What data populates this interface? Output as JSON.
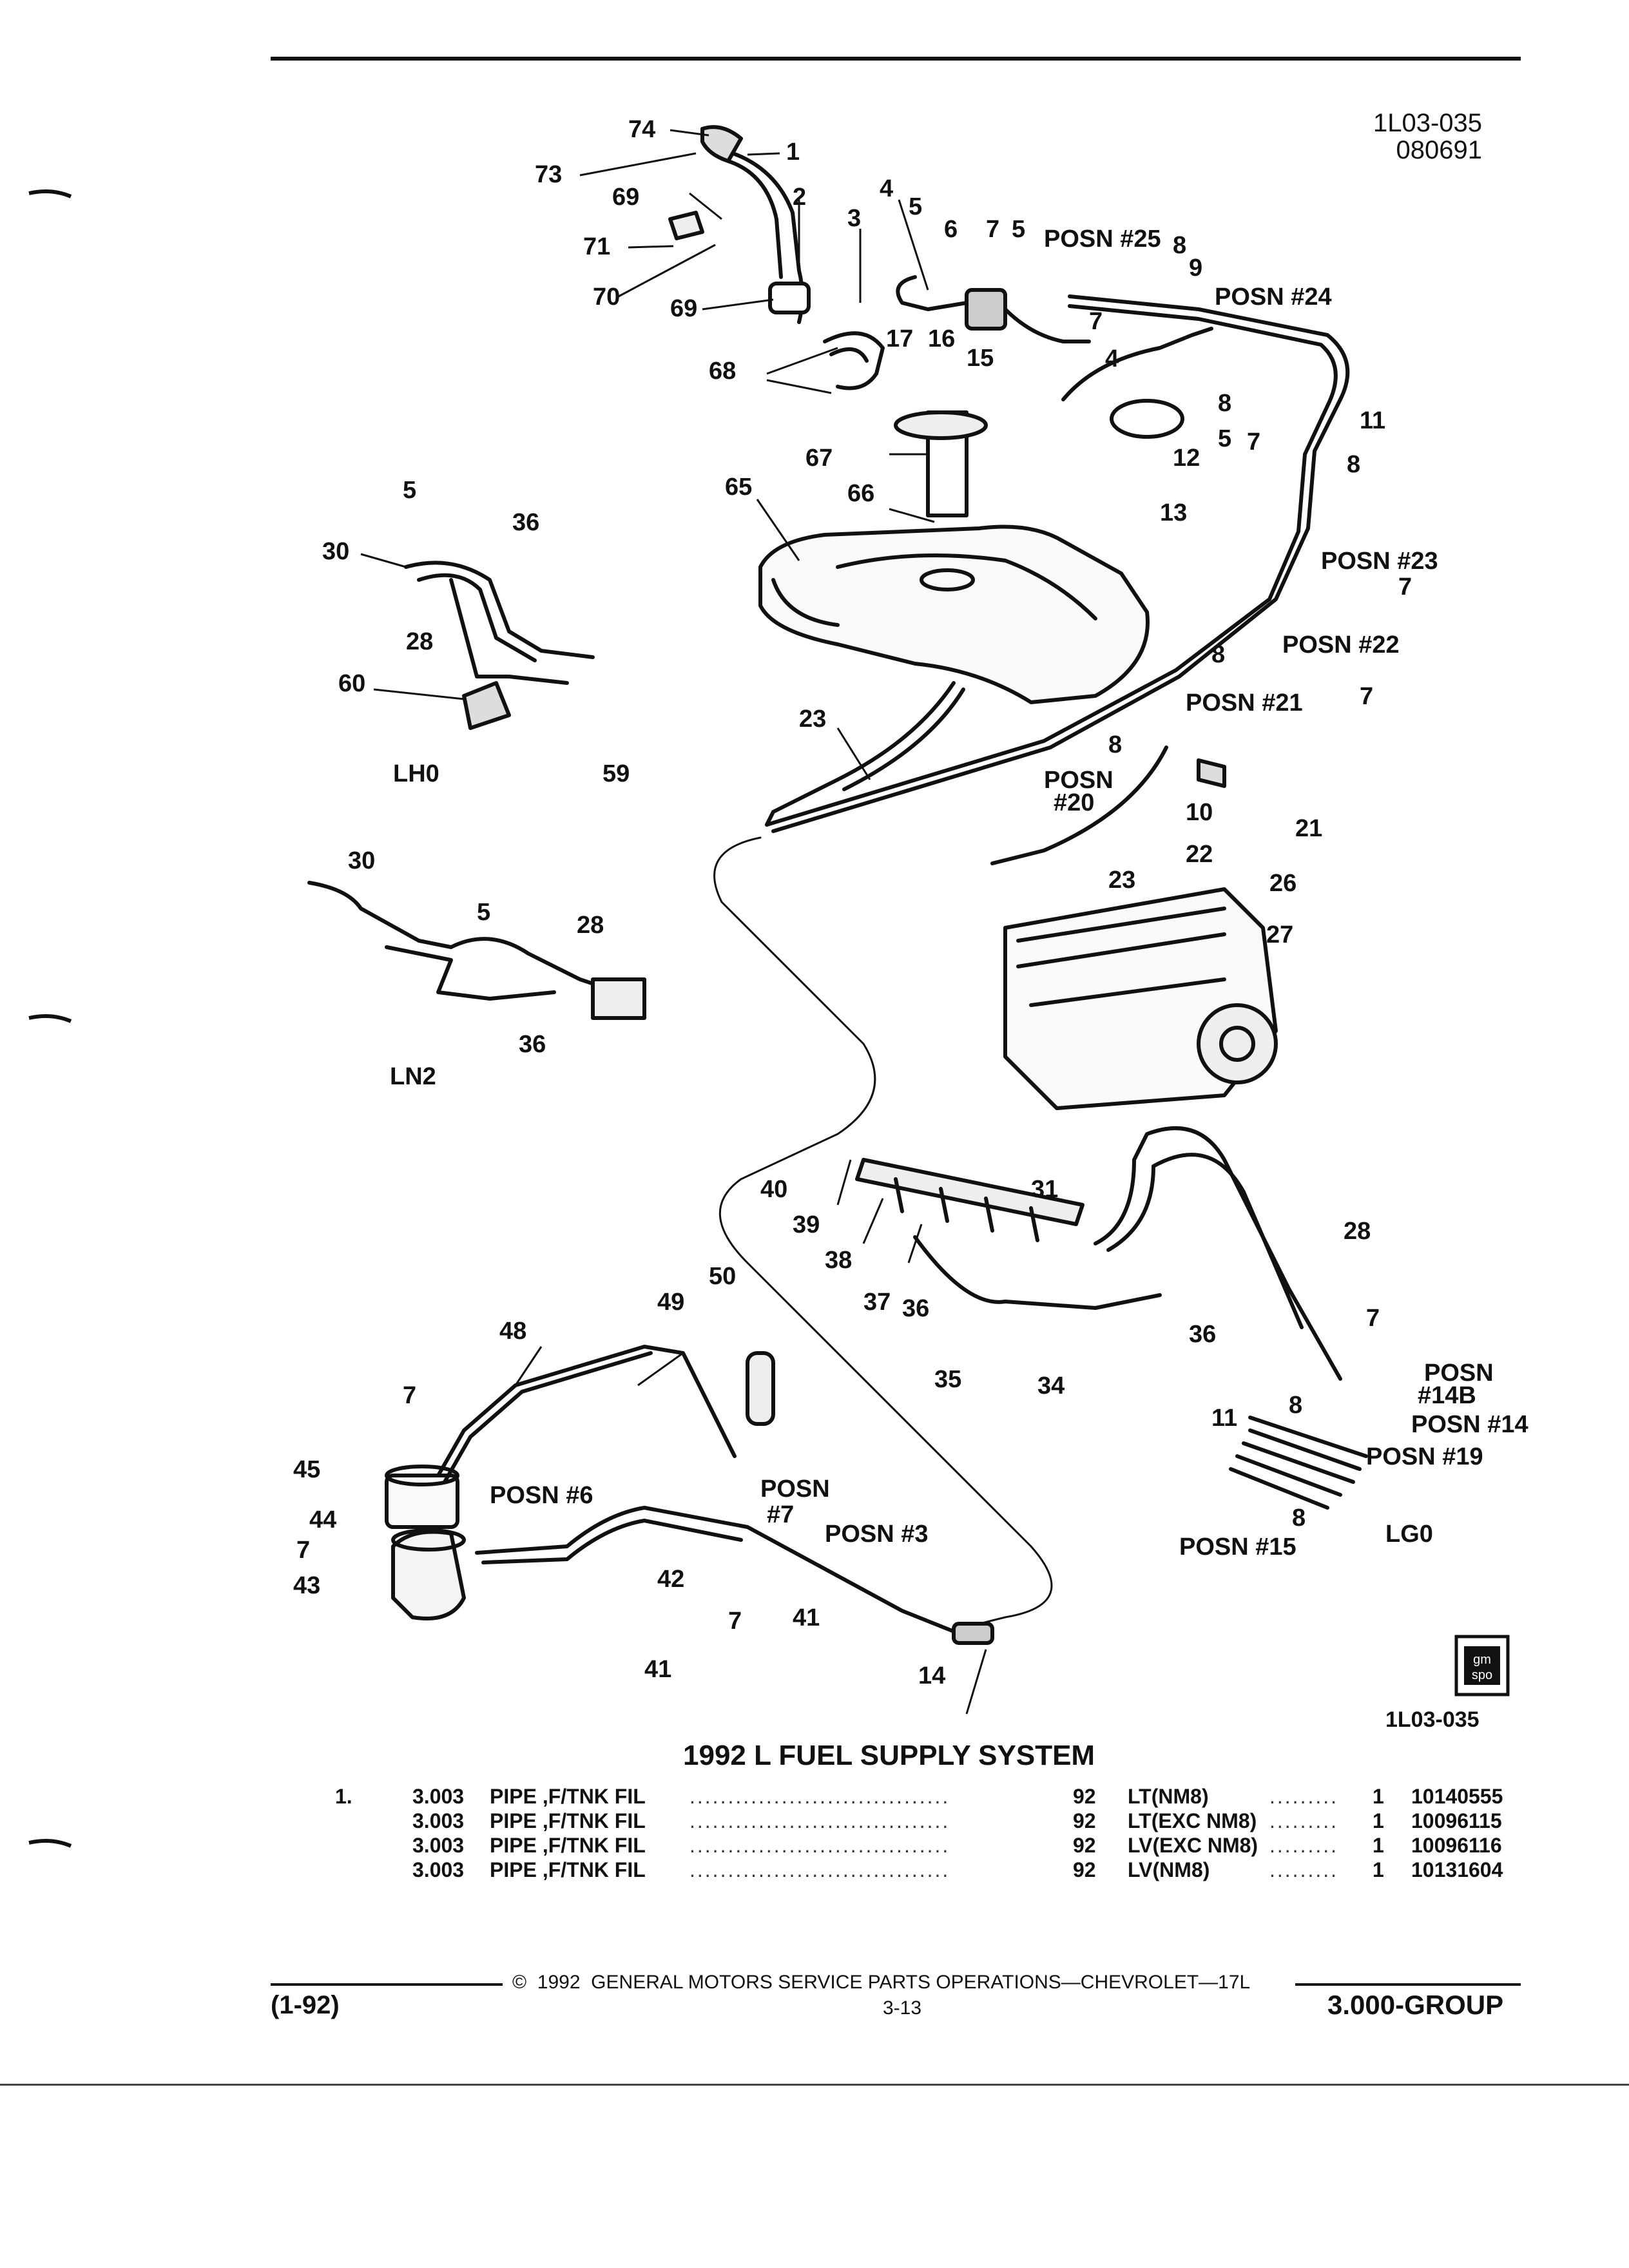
{
  "header": {
    "code_top": "1L03-035",
    "code_date": "080691"
  },
  "diagram": {
    "callouts": [
      "74",
      "73",
      "1",
      "69",
      "2",
      "71",
      "70",
      "69",
      "3",
      "4",
      "5",
      "6",
      "7",
      "5",
      "POSN #25",
      "8",
      "9",
      "POSN #24",
      "7",
      "17",
      "16",
      "15",
      "4",
      "68",
      "8",
      "5",
      "7",
      "11",
      "12",
      "13",
      "67",
      "66",
      "65",
      "8",
      "5",
      "30",
      "36",
      "28",
      "60",
      "LH0",
      "59",
      "POSN #23",
      "7",
      "8",
      "POSN #22",
      "7",
      "POSN #21",
      "23",
      "8",
      "POSN",
      "#20",
      "10",
      "21",
      "22",
      "23",
      "30",
      "5",
      "28",
      "36",
      "LN2",
      "26",
      "27",
      "40",
      "39",
      "38",
      "31",
      "37",
      "36",
      "35",
      "34",
      "28",
      "7",
      "36",
      "POSN",
      "#14B",
      "8",
      "11",
      "POSN #14",
      "POSN #19",
      "8",
      "POSN #15",
      "LG0",
      "50",
      "49",
      "48",
      "7",
      "45",
      "44",
      "7",
      "43",
      "POSN #6",
      "POSN",
      "#7",
      "POSN #3",
      "42",
      "41",
      "7",
      "41",
      "14"
    ],
    "logo_text": "gm spo",
    "code_bottom": "1L03-035"
  },
  "section_title": "1992 L FUEL SUPPLY SYSTEM",
  "parts": [
    {
      "ref": "1.",
      "code": "3.003",
      "desc": "PIPE ,F/TNK FIL",
      "year": "92",
      "model": "LT(NM8)",
      "qty": "1",
      "part_no": "10140555"
    },
    {
      "ref": "",
      "code": "3.003",
      "desc": "PIPE ,F/TNK FIL",
      "year": "92",
      "model": "LT(EXC NM8)",
      "qty": "1",
      "part_no": "10096115"
    },
    {
      "ref": "",
      "code": "3.003",
      "desc": "PIPE ,F/TNK FIL",
      "year": "92",
      "model": "LV(EXC NM8)",
      "qty": "1",
      "part_no": "10096116"
    },
    {
      "ref": "",
      "code": "3.003",
      "desc": "PIPE ,F/TNK FIL",
      "year": "92",
      "model": "LV(NM8)",
      "qty": "1",
      "part_no": "10131604"
    }
  ],
  "footer": {
    "copyright": "©  1992  GENERAL MOTORS SERVICE PARTS OPERATIONS—CHEVROLET—17L",
    "date": "(1-92)",
    "page": "3-13",
    "group": "3.000-GROUP"
  }
}
